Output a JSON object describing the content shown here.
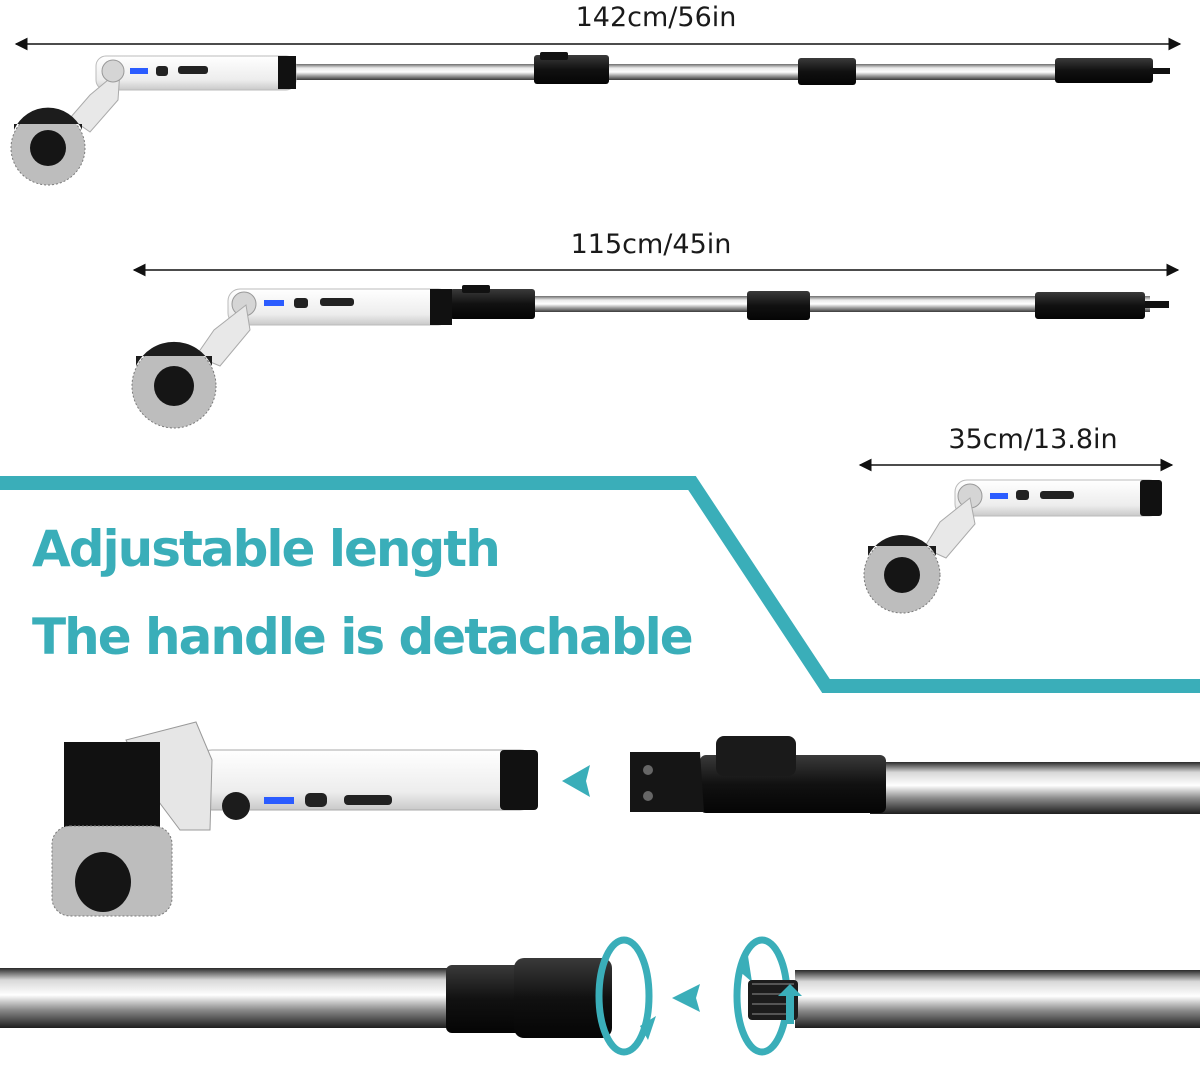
{
  "dimensions": {
    "full": "142cm/56in",
    "medium": "115cm/45in",
    "short": "35cm/13.8in"
  },
  "headline": {
    "line1": "Adjustable length",
    "line2": "The handle is detachable"
  },
  "colors": {
    "accent": "#3aaeb9",
    "text": "#1a1a1a",
    "handle_white": "#f2f2f2",
    "handle_grey": "#d9d9d9",
    "black": "#151515",
    "steel": "#b8b8b8",
    "battery_led": "#2b5cff"
  },
  "icons": {
    "brush": "round-bristle-brush-icon",
    "rotate": "rotate-arrow-icon",
    "insert": "insert-arrow-icon"
  }
}
